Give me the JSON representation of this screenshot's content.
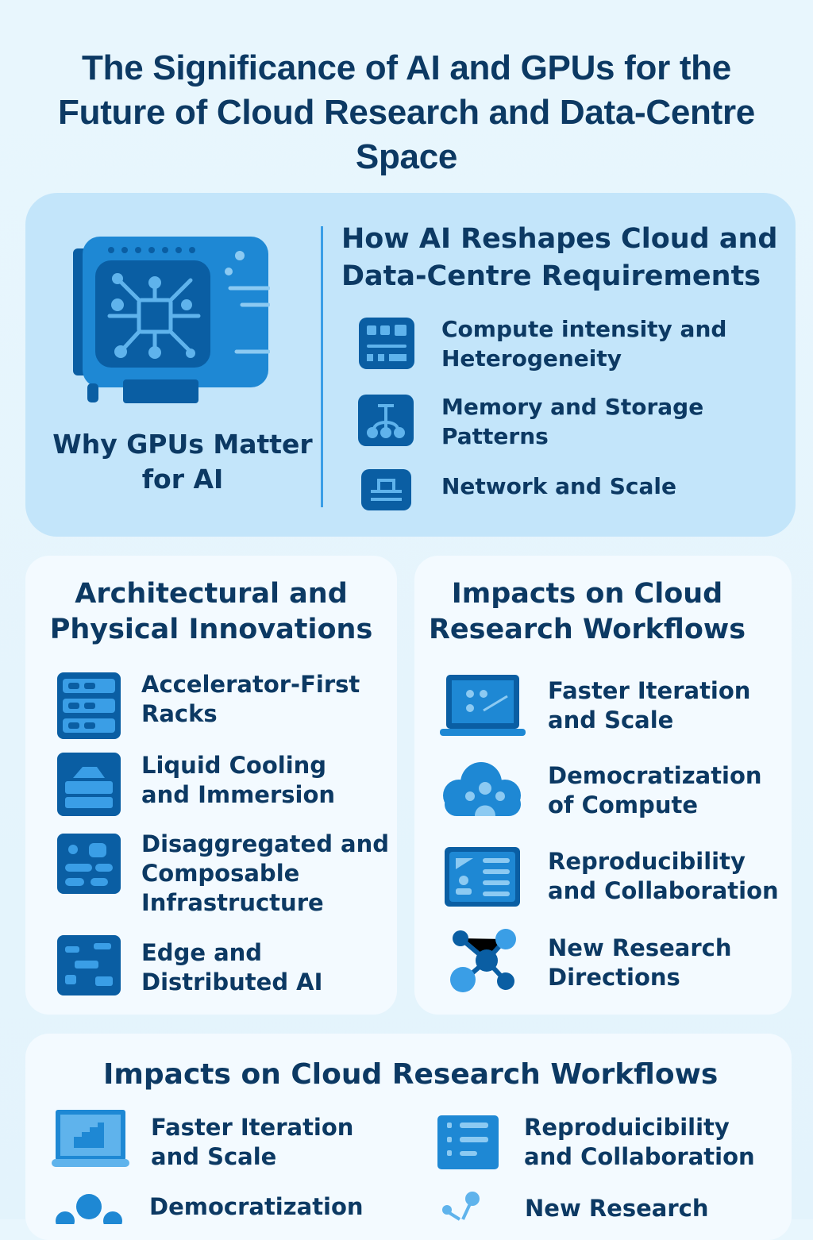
{
  "title": {
    "line1": "The Significance of AI and GPUs for the",
    "line2": "Future of Cloud Research and Data-Centre",
    "line3": "Space"
  },
  "top_panel": {
    "gpu_caption_line1": "Why GPUs Matter",
    "gpu_caption_line2": "for AI",
    "heading_line1": "How AI Reshapes Cloud and",
    "heading_line2": "Data-Centre Requirements",
    "items": [
      {
        "line1": "Compute intensity and",
        "line2": "Heterogeneity",
        "icon": "compute-chip-icon"
      },
      {
        "line1": "Memory and Storage",
        "line2": "Patterns",
        "icon": "memory-tree-icon"
      },
      {
        "line1": "Network and Scale",
        "icon": "network-icon"
      }
    ]
  },
  "arch_card": {
    "heading_line1": "Architectural and",
    "heading_line2": "Physical Innovations",
    "items": [
      {
        "line1": "Accelerator-First",
        "line2": "Racks",
        "icon": "rack-icon"
      },
      {
        "line1": "Liquid Cooling",
        "line2": "and Immersion",
        "icon": "cooling-icon"
      },
      {
        "line1": "Disaggregated and",
        "line2": "Composable",
        "line3": "Infrastructure",
        "icon": "composable-icon"
      },
      {
        "line1": "Edge and",
        "line2": "Distributed AI",
        "icon": "edge-icon"
      }
    ]
  },
  "impacts_card": {
    "heading_line1": "Impacts on Cloud",
    "heading_line2": "Research Workflows",
    "items": [
      {
        "line1": "Faster Iteration",
        "line2": "and Scale",
        "icon": "laptop-icon"
      },
      {
        "line1": "Democratization",
        "line2": "of Compute",
        "icon": "cloud-users-icon"
      },
      {
        "line1": "Reproducibility",
        "line2": "and Collaboration",
        "icon": "document-list-icon"
      },
      {
        "line1": "New Research",
        "line2": "Directions",
        "icon": "network-nodes-icon"
      }
    ]
  },
  "bottom_card": {
    "heading": "Impacts on Cloud Research Workflows",
    "items": [
      {
        "line1": "Faster Iteration",
        "line2": "and Scale",
        "icon": "laptop-icon"
      },
      {
        "line1": "Reproduicibility",
        "line2": "and Collaboration",
        "icon": "list-icon"
      },
      {
        "line1": "Democratization",
        "icon": "users-icon"
      },
      {
        "line1": "New Research",
        "icon": "network-nodes-icon"
      }
    ]
  },
  "colors": {
    "navy": "#0c3963",
    "blue": "#1e88d4",
    "dark_blue": "#0a5ea3",
    "panel": "#c3e5fa",
    "card": "#f3faff"
  }
}
